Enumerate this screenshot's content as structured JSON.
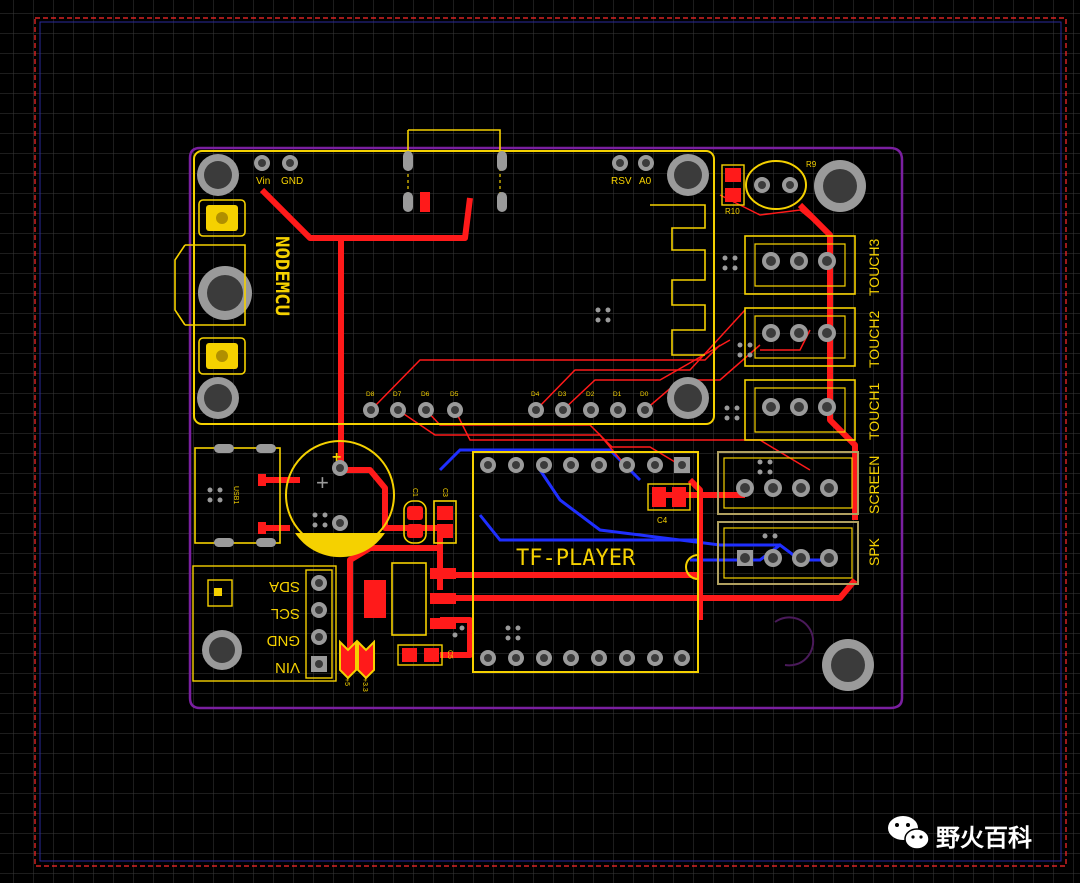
{
  "board": {
    "colors": {
      "background": "#000000",
      "grid": "#3a3a3a",
      "outline_dashed": "#ff2a2a",
      "keepout": "#2a2a9a",
      "board_edge": "#7a1fa0",
      "silkscreen": "#f5d100",
      "top_copper": "#ff1a1a",
      "bottom_copper": "#1a1aff",
      "pad": "#9a9a9a",
      "drill": "#3b3b3b"
    },
    "module_label": "NODEMCU",
    "top_header_labels": [
      "Vin",
      "GND",
      "RSV",
      "A0"
    ],
    "bottom_header_labels": [
      "D8",
      "D7",
      "D6",
      "D5",
      "D4",
      "D3",
      "D2",
      "D1",
      "D0"
    ],
    "usb_label": "USB1",
    "polarity_mark": "+",
    "cap_label_c1": "C1",
    "cap_label_c3": "C3",
    "cap_label_c4": "C4",
    "cap_label_c5": "C5",
    "res_label_r9": "R9",
    "res_label_r10": "R10",
    "tf_player_label": "TF-PLAYER",
    "connector_labels": [
      "TOUCH3",
      "TOUCH2",
      "TOUCH1",
      "SCREEN",
      "SPK"
    ],
    "i2c_labels": [
      "SDA",
      "SCL",
      "GND",
      "VIN"
    ],
    "jumper_labels": [
      "+5",
      "+3.3"
    ]
  },
  "watermark": {
    "text": "野火百科",
    "icon": "wechat-icon"
  }
}
